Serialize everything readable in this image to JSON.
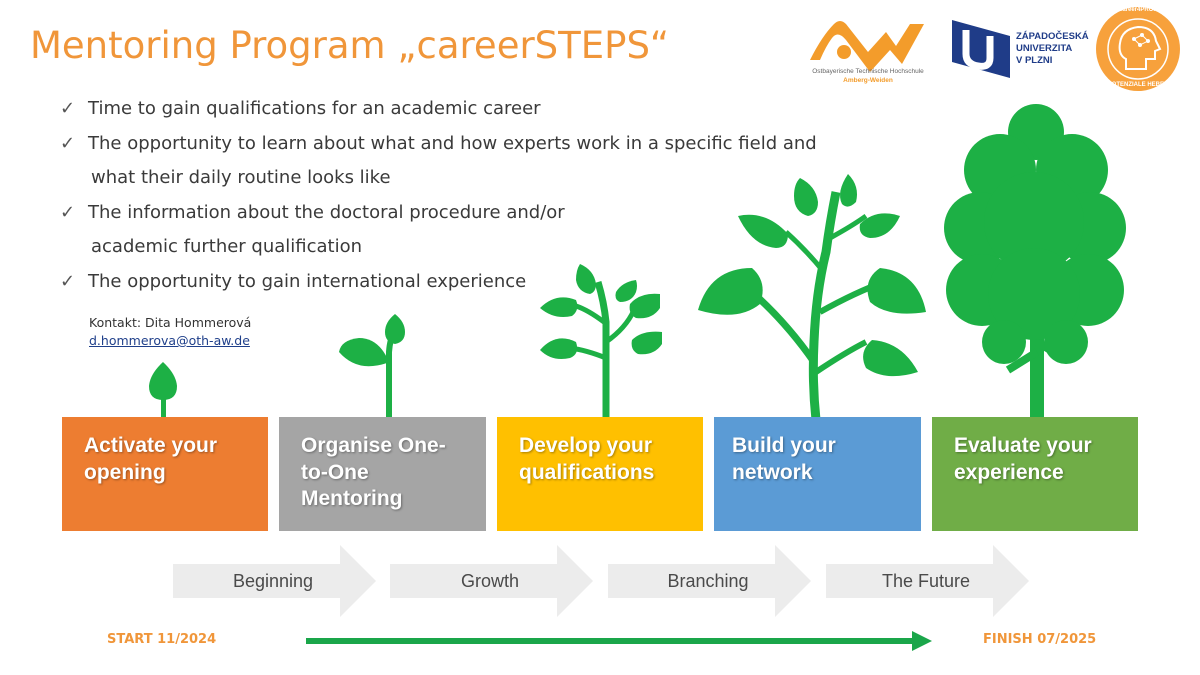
{
  "title": "Mentoring Program „careerSTEPS“",
  "bullets": [
    {
      "lines": [
        "Time to gain qualifications for an academic career"
      ]
    },
    {
      "lines": [
        "The opportunity to learn about what and how experts work in a specific field and",
        "what their daily routine looks like"
      ]
    },
    {
      "lines": [
        "The information about the doctoral procedure and/or",
        "academic further qualification"
      ]
    },
    {
      "lines": [
        "The opportunity to gain international experience"
      ]
    }
  ],
  "check_glyph": "✓",
  "contact": {
    "label": "Kontakt: Dita Hommerová",
    "email": "d.hommerova@oth-aw.de"
  },
  "logos": {
    "oth": {
      "line1": "Ostbayerische Technische Hochschule",
      "line2": "Amberg-Weiden"
    },
    "zcu": {
      "line1": "ZÁPADOČESKÁ",
      "line2": "UNIVERZITA",
      "line3": "V PLZNI"
    },
    "c4p": {
      "top": "career4PROF",
      "bottom": "POTENZIALE HEBEN"
    }
  },
  "steps": [
    {
      "lines": [
        "Activate your",
        "opening"
      ],
      "color": "#ed7d31"
    },
    {
      "lines": [
        "Organise One-",
        "to-One",
        "Mentoring"
      ],
      "color": "#a5a5a5"
    },
    {
      "lines": [
        "Develop your",
        "qualifications"
      ],
      "color": "#ffc000"
    },
    {
      "lines": [
        "Build your",
        "network"
      ],
      "color": "#5b9bd5"
    },
    {
      "lines": [
        "Evaluate your",
        "experience"
      ],
      "color": "#70ad47"
    }
  ],
  "phases": [
    "Beginning",
    "Growth",
    "Branching",
    "The Future"
  ],
  "timeline": {
    "start": "START 11/2024",
    "finish": "FINISH 07/2025"
  },
  "colors": {
    "accent": "#f0963a",
    "plant": "#1db045",
    "timeline": "#1aa64a",
    "phase_arrow": "#ececec"
  }
}
